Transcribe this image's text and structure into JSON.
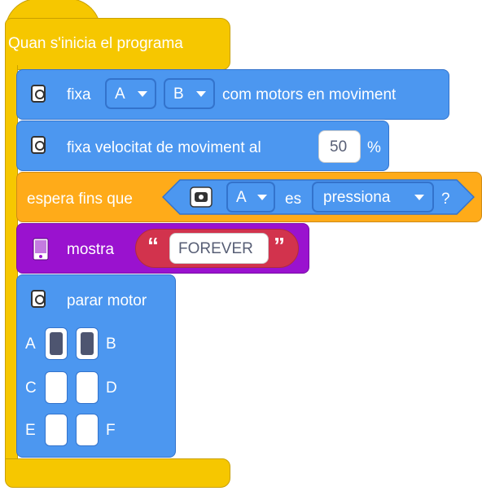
{
  "hat": {
    "label": "Quan s'inicia el programa"
  },
  "set_motors_block": {
    "label_prefix": "fixa",
    "port_1": "A",
    "port_2": "B",
    "label_suffix": "com motors en moviment"
  },
  "set_speed_block": {
    "label": "fixa velocitat de moviment al",
    "value": "50",
    "unit": "%"
  },
  "wait_until_block": {
    "label": "espera fins que",
    "port": "A",
    "connector": "es",
    "state": "pressiona",
    "suffix": "?"
  },
  "display_block": {
    "label": "mostra",
    "open_quote": "“",
    "text": "FOREVER",
    "close_quote": "”"
  },
  "stop_motor_block": {
    "label": "parar motor",
    "ports": [
      {
        "left": "A",
        "right": "B",
        "left_on": true,
        "right_on": true
      },
      {
        "left": "C",
        "right": "D",
        "left_on": false,
        "right_on": false
      },
      {
        "left": "E",
        "right": "F",
        "left_on": false,
        "right_on": false
      }
    ]
  },
  "colors": {
    "events": "#f6c700",
    "motion": "#4c97f0",
    "control": "#ffab19",
    "display": "#9a12cf",
    "text_reporter": "#d2334d"
  },
  "icons": [
    "motor-icon",
    "force-sensor-icon",
    "light-matrix-icon",
    "dropdown-caret-icon"
  ]
}
